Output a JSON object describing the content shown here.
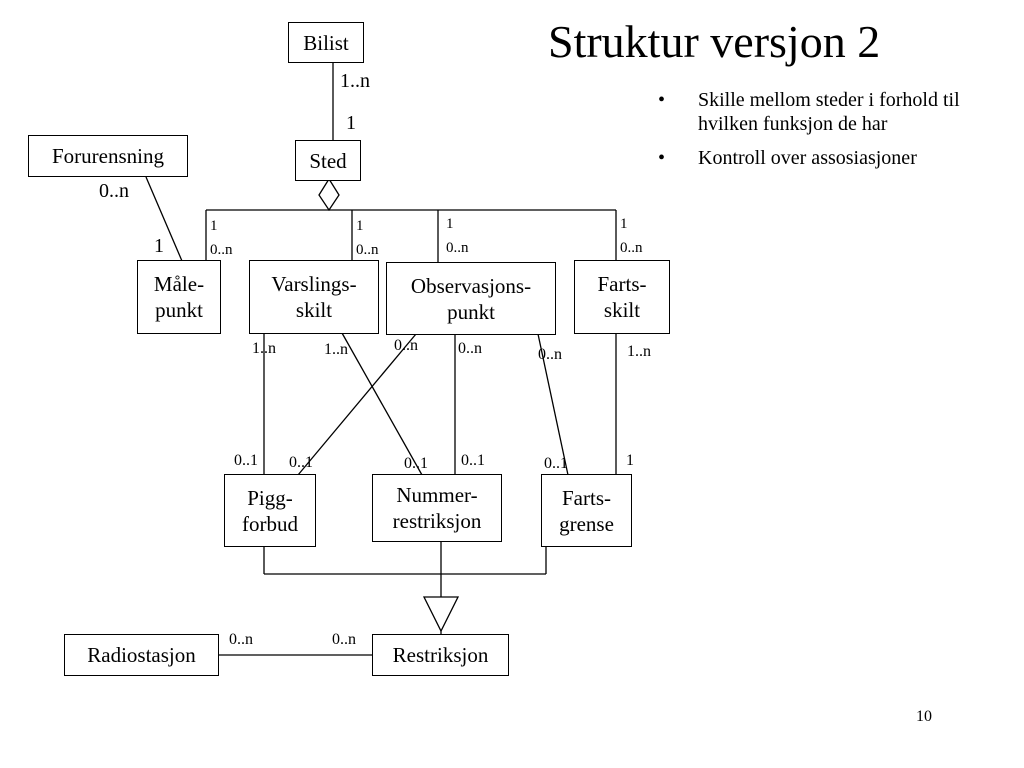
{
  "slide": {
    "title": "Struktur versjon 2",
    "bullets": [
      "Skille mellom steder i forhold til hvilken funksjon de har",
      "Kontroll over assosiasjoner"
    ],
    "bullet_symbol": "•",
    "page_number": "10"
  },
  "boxes": {
    "bilist": [
      "Bilist"
    ],
    "sted": [
      "Sted"
    ],
    "forurensning": [
      "Forurensning"
    ],
    "malepunkt": [
      "Måle-",
      "punkt"
    ],
    "varslingsskilt": [
      "Varslings-",
      "skilt"
    ],
    "observasjonspunkt": [
      "Observasjons-",
      "punkt"
    ],
    "fartsskilt": [
      "Farts-",
      "skilt"
    ],
    "piggforbud": [
      "Pigg-",
      "forbud"
    ],
    "nummerrestriksjon": [
      "Nummer-",
      "restriksjon"
    ],
    "fartsgrense": [
      "Farts-",
      "grense"
    ],
    "radiostasjon": [
      "Radiostasjon"
    ],
    "restriksjon": [
      "Restriksjon"
    ]
  },
  "multiplicities": {
    "bilist_sted_top": "1..n",
    "bilist_sted_bottom": "1",
    "forurensning": "0..n",
    "malepunkt_forurensning": "1",
    "sted_malepunkt_one": "1",
    "sted_malepunkt_many": "0..n",
    "sted_varsling_one": "1",
    "sted_varsling_many": "0..n",
    "sted_observasjon_one": "1",
    "sted_observasjon_many": "0..n",
    "sted_fartsskilt_one": "1",
    "sted_fartsskilt_many": "0..n",
    "varsling_pigg": "1..n",
    "varsling_nummer": "1..n",
    "observasjon_pigg": "0..n",
    "observasjon_nummer": "0..n",
    "observasjon_fartsgrense": "0..n",
    "fartsskilt_fartsgrense": "1..n",
    "pigg_from_varsling": "0..1",
    "pigg_from_observasjon": "0..1",
    "nummer_from_varsling": "0..1",
    "nummer_from_observasjon": "0..1",
    "fartsgrense_from_observasjon": "0..1",
    "fartsgrense_from_fartsskilt": "1",
    "radiostasjon_end": "0..n",
    "restriksjon_end": "0..n"
  }
}
